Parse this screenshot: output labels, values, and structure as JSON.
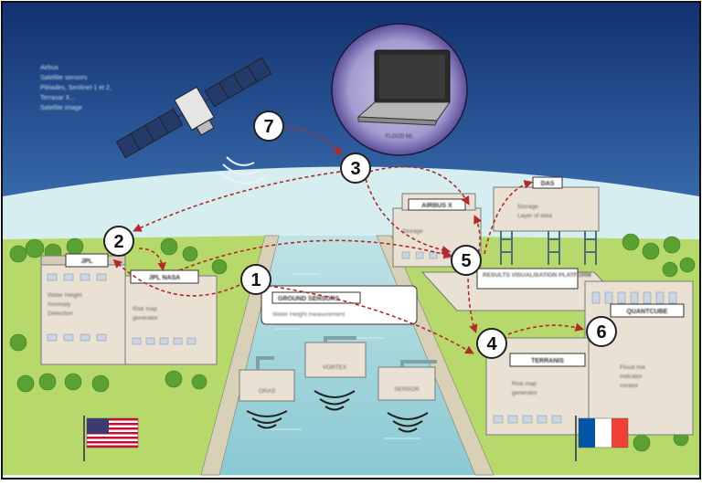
{
  "sky_caption": {
    "lines": [
      "Airbus",
      "Satellite sensors",
      "Pléiades, Sentinel-1 et 2,",
      "Terrasar X...",
      "Satellite image"
    ]
  },
  "laptop_label": "FLOOD ML",
  "steps": [
    "1",
    "2",
    "3",
    "4",
    "5",
    "6",
    "7"
  ],
  "labels": {
    "jpl": "JPL",
    "jpl_nasa": "JPL NASA",
    "ground_sensors_title": "GROUND SENSORS",
    "ground_sensors_desc": "Water Height measurement",
    "left_building_desc": [
      "Water Height",
      "Anomaly",
      "Detection"
    ],
    "center_building_desc": [
      "Risk map",
      "generator"
    ],
    "sensor_a": "ORAS",
    "sensor_b": "VORTEX",
    "sensor_c": "SENSOR",
    "airbus_building": "AIRBUS X",
    "airbus_desc": "Storage",
    "data_building": "DAS",
    "data_desc": [
      "Storage",
      "Layer of data"
    ],
    "results_platform": "RESULTS VISUALISATION PLATFORM",
    "quantcube": "QUANTCUBE",
    "quantcube_desc": [
      "Flood risk",
      "indicator",
      "creator"
    ],
    "cs_company": "TERRANIS",
    "cs_desc": [
      "Risk map",
      "generator"
    ]
  },
  "flags": {
    "left": "us-flag",
    "right": "fr-flag"
  },
  "colors": {
    "sky_top": "#1d3e7f",
    "water": "#a8d6dc",
    "grass": "#b7d86b",
    "arrow": "#b22a2a"
  }
}
